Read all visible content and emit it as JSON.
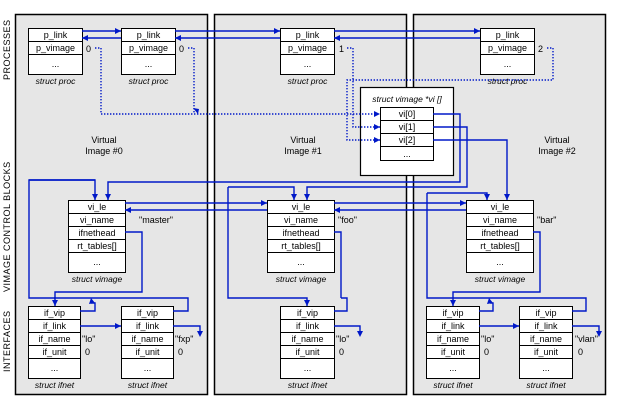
{
  "side_labels": {
    "processes": "PROCESSES",
    "vimage_control_blocks": "VIMAGE CONTROL BLOCKS",
    "interfaces": "INTERFACES"
  },
  "procs": [
    {
      "fields": [
        "p_link",
        "p_vimage",
        "..."
      ],
      "vimage_index": "0",
      "caption": "struct proc"
    },
    {
      "fields": [
        "p_link",
        "p_vimage",
        "..."
      ],
      "vimage_index": "0",
      "caption": "struct proc"
    },
    {
      "fields": [
        "p_link",
        "p_vimage",
        "..."
      ],
      "vimage_index": "1",
      "caption": "struct proc"
    },
    {
      "fields": [
        "p_link",
        "p_vimage",
        "..."
      ],
      "vimage_index": "2",
      "caption": "struct proc"
    }
  ],
  "vimage_array": {
    "caption": "struct vimage *vi []",
    "fields": [
      "vi[0]",
      "vi[1]",
      "vi[2]",
      "..."
    ]
  },
  "images": [
    {
      "title_line1": "Virtual",
      "title_line2": "Image #0",
      "vimage": {
        "fields": [
          "vi_le",
          "vi_name",
          "ifnethead",
          "rt_tables[]",
          "..."
        ],
        "name_value": "\"master\"",
        "caption": "struct vimage"
      },
      "ifnets": [
        {
          "fields": [
            "if_vip",
            "if_link",
            "if_name",
            "if_unit",
            "..."
          ],
          "name_value": "\"lo\"",
          "unit_value": "0",
          "caption": "struct ifnet"
        },
        {
          "fields": [
            "if_vip",
            "if_link",
            "if_name",
            "if_unit",
            "..."
          ],
          "name_value": "\"fxp\"",
          "unit_value": "0",
          "caption": "struct ifnet"
        }
      ]
    },
    {
      "title_line1": "Virtual",
      "title_line2": "Image #1",
      "vimage": {
        "fields": [
          "vi_le",
          "vi_name",
          "ifnethead",
          "rt_tables[]",
          "..."
        ],
        "name_value": "\"foo\"",
        "caption": "struct vimage"
      },
      "ifnets": [
        {
          "fields": [
            "if_vip",
            "if_link",
            "if_name",
            "if_unit",
            "..."
          ],
          "name_value": "\"lo\"",
          "unit_value": "0",
          "caption": "struct ifnet"
        }
      ]
    },
    {
      "title_line1": "Virtual",
      "title_line2": "Image #2",
      "vimage": {
        "fields": [
          "vi_le",
          "vi_name",
          "ifnethead",
          "rt_tables[]",
          "..."
        ],
        "name_value": "\"bar\"",
        "caption": "struct vimage"
      },
      "ifnets": [
        {
          "fields": [
            "if_vip",
            "if_link",
            "if_name",
            "if_unit",
            "..."
          ],
          "name_value": "\"lo\"",
          "unit_value": "0",
          "caption": "struct ifnet"
        },
        {
          "fields": [
            "if_vip",
            "if_link",
            "if_name",
            "if_unit",
            "..."
          ],
          "name_value": "\"vlan\"",
          "unit_value": "0",
          "caption": "struct ifnet"
        }
      ]
    }
  ],
  "colors": {
    "link": "#0018c8",
    "panel": "#e6e6e6"
  }
}
